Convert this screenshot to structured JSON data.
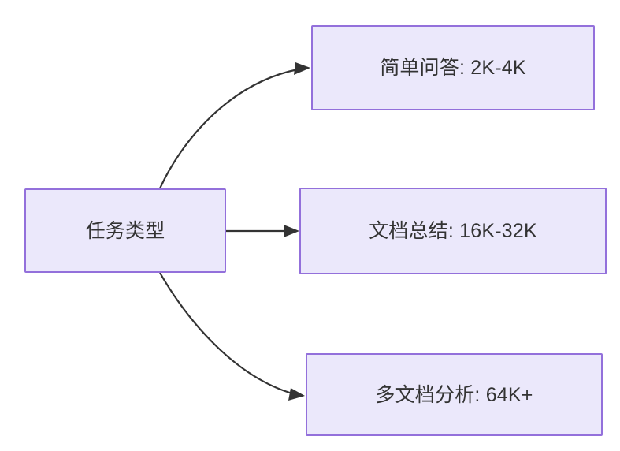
{
  "diagram": {
    "type": "flowchart",
    "direction": "left-to-right",
    "background_color": "#ffffff",
    "node_fill_color": "#ebe8fb",
    "node_border_color": "#9370db",
    "node_text_color": "#333333",
    "edge_color": "#333333",
    "nodes": [
      {
        "id": "source",
        "label": "任务类型",
        "role": "root"
      },
      {
        "id": "simple-qa",
        "label": "简单问答: 2K-4K",
        "role": "leaf"
      },
      {
        "id": "doc-summary",
        "label": "文档总结: 16K-32K",
        "role": "leaf"
      },
      {
        "id": "multi-doc",
        "label": "多文档分析: 64K+",
        "role": "leaf"
      }
    ],
    "edges": [
      {
        "from": "source",
        "to": "simple-qa",
        "label": "",
        "style": "curved-arrow"
      },
      {
        "from": "source",
        "to": "doc-summary",
        "label": "",
        "style": "straight-arrow"
      },
      {
        "from": "source",
        "to": "multi-doc",
        "label": "",
        "style": "curved-arrow"
      }
    ]
  }
}
